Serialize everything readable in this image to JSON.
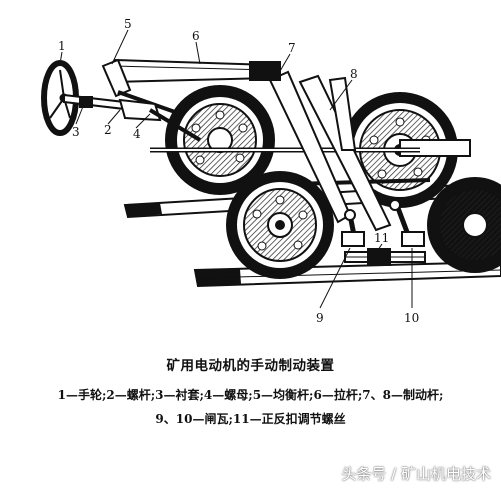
{
  "diagram": {
    "callouts": [
      "1",
      "2",
      "3",
      "4",
      "5",
      "6",
      "7",
      "8",
      "9",
      "10",
      "11"
    ]
  },
  "caption": {
    "title": "矿用电动机的手动制动装置",
    "legend_line_1": "1—手轮;2—螺杆;3—衬套;4—螺母;5—均衡杆;6—拉杆;7、8—制动杆;",
    "legend_line_2": "9、10—闸瓦;11—正反扣调节螺丝"
  },
  "watermark": "头条号 / 矿山机电技术"
}
